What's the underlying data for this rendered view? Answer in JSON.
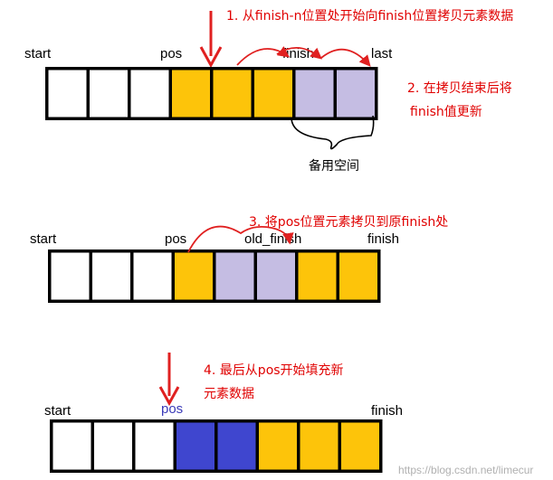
{
  "colors": {
    "empty": "#ffffff",
    "yellow": "#fdc40a",
    "lavender": "#c5bde3",
    "blue": "#3f46cf",
    "red_arrow": "#e02020",
    "border": "#000000"
  },
  "step1": {
    "note": "1. 从finish-n位置处开始向finish位置拷贝元素数据",
    "labels": {
      "start": "start",
      "pos": "pos",
      "finish": "finish",
      "last": "last"
    },
    "cells": [
      "empty",
      "empty",
      "empty",
      "yellow",
      "yellow",
      "yellow",
      "lavender",
      "lavender"
    ],
    "spare_label": "备用空间"
  },
  "step2": {
    "note_line1": "2. 在拷贝结束后将",
    "note_line2": "finish值更新"
  },
  "step3": {
    "note": "3. 将pos位置元素拷贝到原finish处",
    "labels": {
      "start": "start",
      "pos": "pos",
      "old_finish": "old_finish",
      "finish": "finish"
    },
    "cells": [
      "empty",
      "empty",
      "empty",
      "yellow",
      "lavender",
      "lavender",
      "yellow",
      "yellow"
    ]
  },
  "step4": {
    "note_line1": "4. 最后从pos开始填充新",
    "note_line2": "元素数据",
    "labels": {
      "start": "start",
      "pos": "pos",
      "finish": "finish"
    },
    "cells": [
      "empty",
      "empty",
      "empty",
      "blue",
      "blue",
      "yellow",
      "yellow",
      "yellow"
    ]
  },
  "watermark": "https://blog.csdn.net/limecur"
}
